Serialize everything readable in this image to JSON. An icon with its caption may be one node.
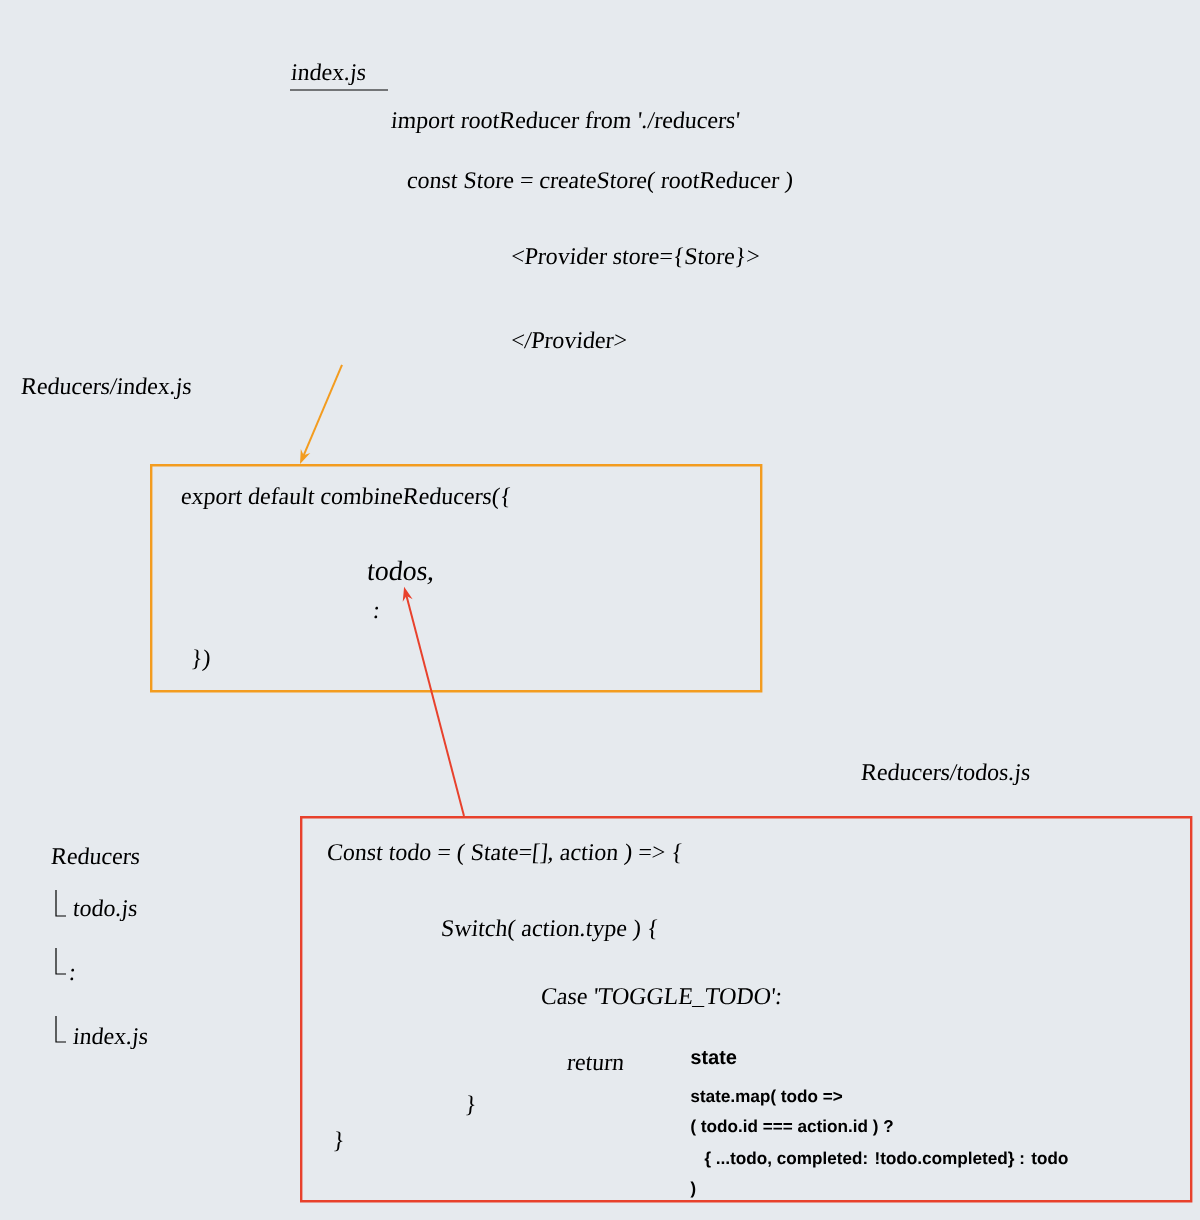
{
  "diagram": {
    "nodes": [
      {
        "text": [
          "index.js",
          "import rootReducer from './reducers'",
          "const Store = createStore( rootReducer )",
          "<Provider store={Store}>",
          "</Provider>"
        ]
      },
      {
        "text": [
          "Reducers/index.js",
          "export default combineReducers({",
          ":",
          "})"
        ]
      },
      {
        "text": [
          "todos,"
        ],
        "in": 1
      },
      {
        "text": [
          "Reducers/todos.js",
          "Const todo = ( State=[], action ) => {",
          "Switch( action.type ) {",
          "Case 'TOGGLE_TODO':",
          "return",
          "state",
          "state.map( todo =>",
          "( todo.id === action.id ) ?",
          "{ ...todo, completed: !todo.completed} : todo",
          ")",
          "}",
          "}"
        ]
      }
    ],
    "edges": [
      {
        "from": 0,
        "to": 1,
        "arrow": "to",
        "color": "#f39c1f"
      },
      {
        "from": 3,
        "to": 2,
        "arrow": "to",
        "color": "#e8412c"
      }
    ],
    "labels": [
      "Reducers",
      "todo.js",
      ":",
      "index.js"
    ]
  }
}
